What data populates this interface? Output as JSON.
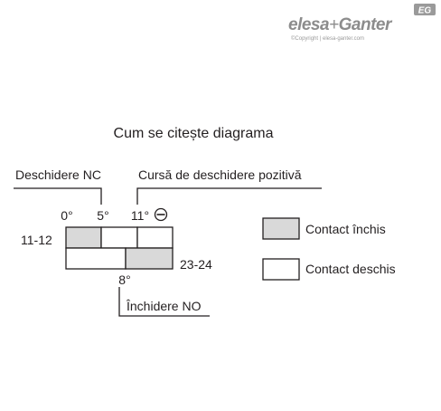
{
  "logo": {
    "brand_left": "elesa",
    "brand_plus": "+",
    "brand_right": "Ganter",
    "badge": "EG",
    "copyright": "©Copyright | elesa-ganter.com"
  },
  "diagram": {
    "title": "Cum se citește diagrama",
    "label_open_nc": "Deschidere NC",
    "label_positive_stroke": "Cursă de deschidere pozitivă",
    "label_close_no": "Închidere NO",
    "angle_0": "0°",
    "angle_5": "5°",
    "angle_11": "11°",
    "angle_8": "8°",
    "positive_symbol": "arrow-circle-icon",
    "row_1_label": "11-12",
    "row_2_label": "23-24"
  },
  "legend": {
    "closed_label": "Contact închis",
    "open_label": "Contact deschis",
    "closed_color": "#d9d9d9",
    "open_color": "#ffffff"
  }
}
